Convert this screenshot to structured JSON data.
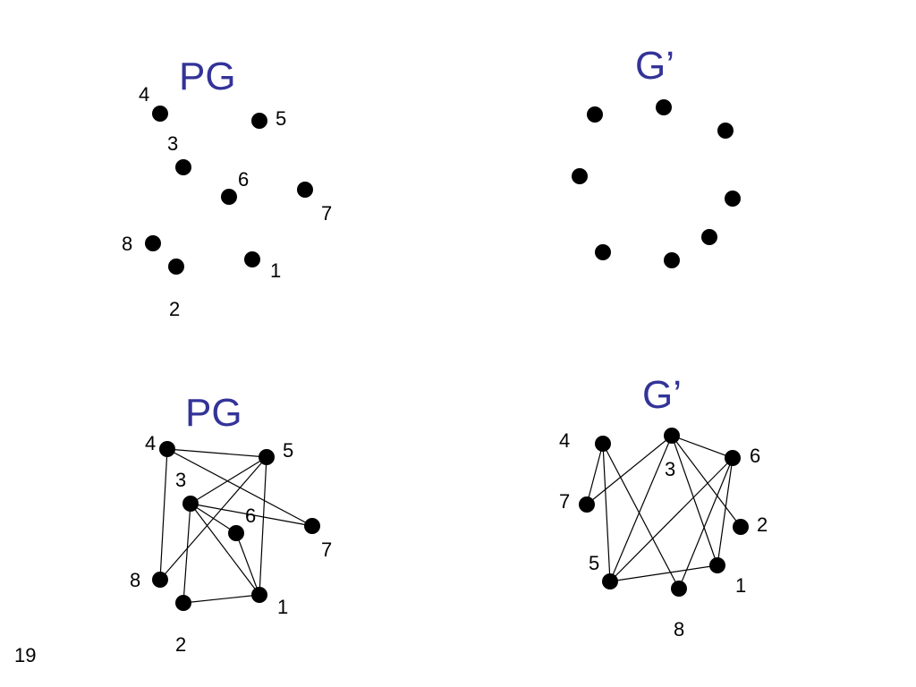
{
  "title_color": "#333399",
  "vertex_color": "#000000",
  "edge_color": "#000000",
  "slide_number": "19",
  "panels": [
    {
      "id": "pg-unconnected",
      "title": "PG",
      "vertices": [
        "1",
        "2",
        "3",
        "4",
        "5",
        "6",
        "7",
        "8"
      ],
      "edges": []
    },
    {
      "id": "gprime-unconnected",
      "title": "G’",
      "vertices": [
        "v1",
        "v2",
        "v3",
        "v4",
        "v5",
        "v6",
        "v7",
        "v8"
      ],
      "edges": []
    },
    {
      "id": "pg-connected",
      "title": "PG",
      "vertices": [
        "1",
        "2",
        "3",
        "4",
        "5",
        "6",
        "7",
        "8"
      ],
      "edges": [
        [
          "4",
          "5"
        ],
        [
          "4",
          "7"
        ],
        [
          "4",
          "8"
        ],
        [
          "3",
          "5"
        ],
        [
          "3",
          "7"
        ],
        [
          "3",
          "2"
        ],
        [
          "3",
          "1"
        ],
        [
          "3",
          "6"
        ],
        [
          "8",
          "5"
        ],
        [
          "6",
          "1"
        ],
        [
          "5",
          "1"
        ],
        [
          "2",
          "1"
        ]
      ]
    },
    {
      "id": "gprime-connected",
      "title": "G’",
      "vertices": [
        "1",
        "2",
        "3",
        "4",
        "5",
        "6",
        "7",
        "8"
      ],
      "edges": [
        [
          "4",
          "7"
        ],
        [
          "4",
          "5"
        ],
        [
          "4",
          "8"
        ],
        [
          "7",
          "3"
        ],
        [
          "3",
          "5"
        ],
        [
          "3",
          "6"
        ],
        [
          "3",
          "1"
        ],
        [
          "3",
          "2"
        ],
        [
          "6",
          "5"
        ],
        [
          "6",
          "1"
        ],
        [
          "6",
          "8"
        ],
        [
          "5",
          "1"
        ]
      ]
    }
  ]
}
